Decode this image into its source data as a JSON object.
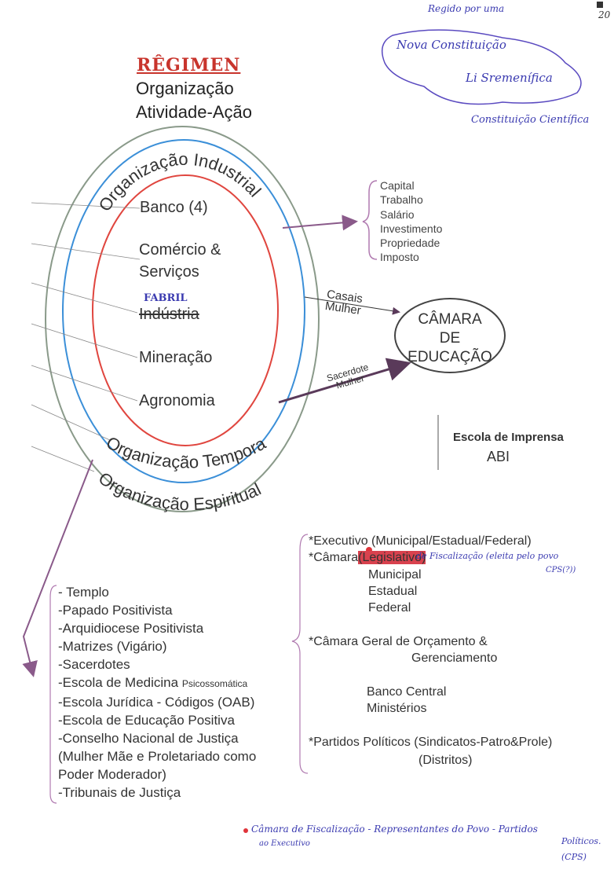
{
  "header": {
    "regimen": "RÊGIMEN",
    "organizacao": "Organização",
    "atividade": "Atividade-Ação"
  },
  "handwriting": {
    "top_note": "Regido por uma",
    "cloud_line1": "Nova Constituição",
    "cloud_line2": "Li Sremenífica",
    "bottom_line": "Constituição Científica",
    "page_marker": "20",
    "fabril": "FABRIL",
    "camara_annotation_1": "de Fiscalização (eleita pelo povo",
    "camara_annotation_2": "CPS(?))",
    "footer_1": "Câmara de Fiscalização - Representantes do Povo - Partidos",
    "footer_2": "ao Executivo",
    "footer_3": "Políticos.",
    "footer_4": "(CPS)"
  },
  "sectors": {
    "banco": "Banco (4)",
    "comercio_1": "Comércio &",
    "comercio_2": "Serviços",
    "industria": "Indústria",
    "mineracao": "Mineração",
    "agronomia": "Agronomia"
  },
  "orbits": {
    "industrial": "Organização Industrial",
    "temporal": "Organização Temporal",
    "espiritual": "Organização Espiritual"
  },
  "capital_list": [
    "Capital",
    "Trabalho",
    "Salário",
    "Investimento",
    "Propriedade",
    "Imposto"
  ],
  "arrows": {
    "casais": "Casais",
    "mulher_1": "Mulher",
    "sacerdote": "Sacerdote",
    "mulher_2": "Mulher"
  },
  "camara_educacao": {
    "line1": "CÂMARA",
    "line2": "DE",
    "line3": "EDUCAÇÃO"
  },
  "imprensa": {
    "label": "Escola de Imprensa",
    "abi": "ABI"
  },
  "espiritual_list": [
    "- Templo",
    "-Papado Positivista",
    "-Arquidiocese Positivista",
    "-Matrizes (Vigário)",
    "-Sacerdotes",
    "-Escola de Medicina",
    "-Escola Jurídica - Códigos (OAB)",
    "-Escola de Educação Positiva",
    "-Conselho Nacional de Justiça",
    "(Mulher Mãe e Proletariado como",
    "Poder Moderador)",
    "-Tribunais de Justiça"
  ],
  "psicossomatica": "Psicossomática",
  "temporal_list": {
    "executivo": "*Executivo (Municipal/Estadual/Federal)",
    "camara_prefix": "*Câmara",
    "legislativo": "(Legislativo)",
    "municipal": "Municipal",
    "estadual": "Estadual",
    "federal": "Federal",
    "orcamento_1": "*Câmara Geral de Orçamento &",
    "orcamento_2": "Gerenciamento",
    "banco_central": "Banco Central",
    "ministerios": "Ministérios",
    "partidos": "*Partidos Políticos (Sindicatos-Patro&Prole)",
    "distritos": "(Distritos)"
  },
  "colors": {
    "outer_ring": "#8a9a8a",
    "middle_ring": "#3b8fd8",
    "inner_ring": "#e0463f",
    "handwriting": "#3a3ab0",
    "arrow": "#8a5a8a"
  }
}
